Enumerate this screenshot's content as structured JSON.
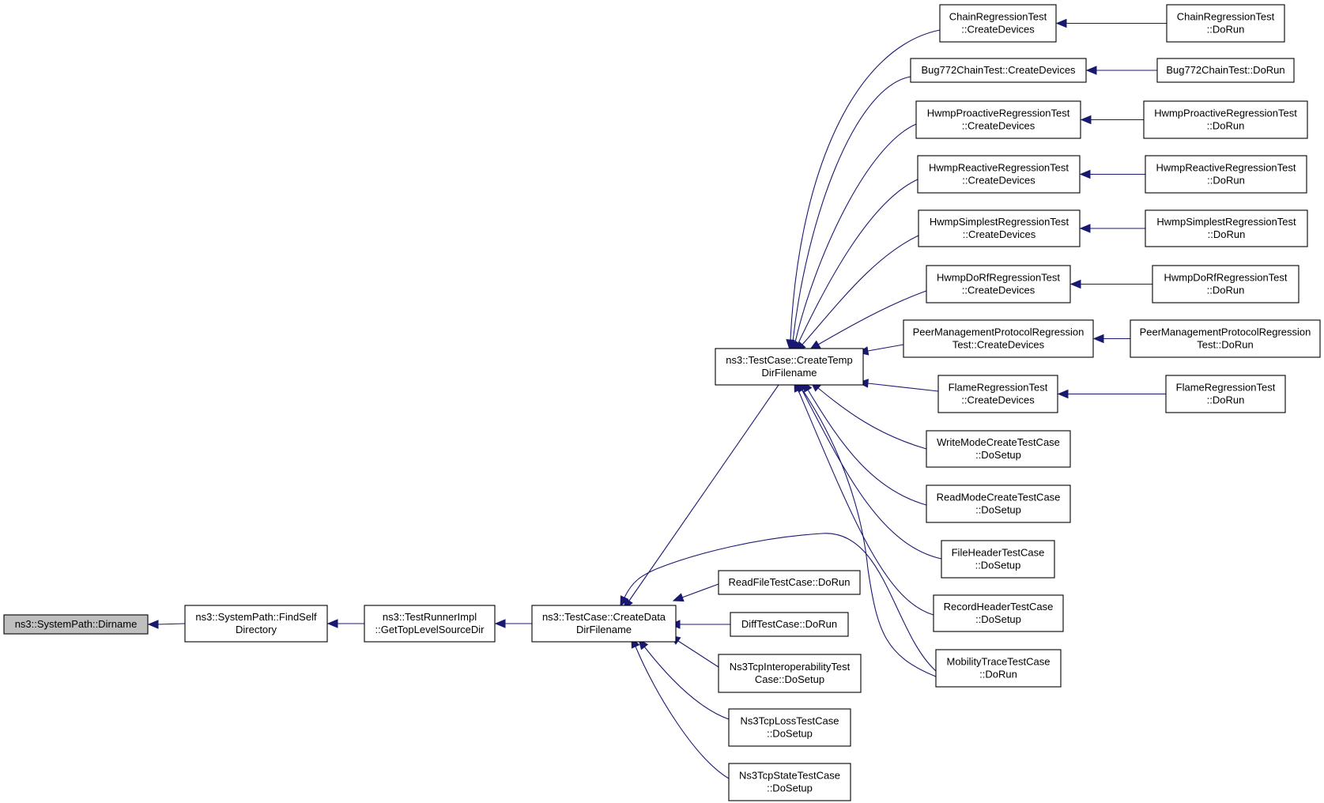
{
  "graph": {
    "edge_color": "#191970",
    "root_fill": "#bfbfbf",
    "node_fill": "#ffffff",
    "nodes": [
      {
        "id": "dirname",
        "lines": [
          "ns3::SystemPath::Dirname"
        ],
        "root": true
      },
      {
        "id": "findself",
        "lines": [
          "ns3::SystemPath::FindSelf",
          "Directory"
        ]
      },
      {
        "id": "gettop",
        "lines": [
          "ns3::TestRunnerImpl",
          "::GetTopLevelSourceDir"
        ]
      },
      {
        "id": "createdata",
        "lines": [
          "ns3::TestCase::CreateData",
          "DirFilename"
        ]
      },
      {
        "id": "createtemp",
        "lines": [
          "ns3::TestCase::CreateTemp",
          "DirFilename"
        ]
      },
      {
        "id": "readfile",
        "lines": [
          "ReadFileTestCase::DoRun"
        ]
      },
      {
        "id": "difftest",
        "lines": [
          "DiffTestCase::DoRun"
        ]
      },
      {
        "id": "interop",
        "lines": [
          "Ns3TcpInteroperabilityTest",
          "Case::DoSetup"
        ]
      },
      {
        "id": "loss",
        "lines": [
          "Ns3TcpLossTestCase",
          "::DoSetup"
        ]
      },
      {
        "id": "state",
        "lines": [
          "Ns3TcpStateTestCase",
          "::DoSetup"
        ]
      },
      {
        "id": "chain_cd",
        "lines": [
          "ChainRegressionTest",
          "::CreateDevices"
        ]
      },
      {
        "id": "bug772_cd",
        "lines": [
          "Bug772ChainTest::CreateDevices"
        ]
      },
      {
        "id": "hpro_cd",
        "lines": [
          "HwmpProactiveRegressionTest",
          "::CreateDevices"
        ]
      },
      {
        "id": "hrea_cd",
        "lines": [
          "HwmpReactiveRegressionTest",
          "::CreateDevices"
        ]
      },
      {
        "id": "hsim_cd",
        "lines": [
          "HwmpSimplestRegressionTest",
          "::CreateDevices"
        ]
      },
      {
        "id": "hdorf_cd",
        "lines": [
          "HwmpDoRfRegressionTest",
          "::CreateDevices"
        ]
      },
      {
        "id": "peer_cd",
        "lines": [
          "PeerManagementProtocolRegression",
          "Test::CreateDevices"
        ]
      },
      {
        "id": "flame_cd",
        "lines": [
          "FlameRegressionTest",
          "::CreateDevices"
        ]
      },
      {
        "id": "writemode",
        "lines": [
          "WriteModeCreateTestCase",
          "::DoSetup"
        ]
      },
      {
        "id": "readmode",
        "lines": [
          "ReadModeCreateTestCase",
          "::DoSetup"
        ]
      },
      {
        "id": "filehdr",
        "lines": [
          "FileHeaderTestCase",
          "::DoSetup"
        ]
      },
      {
        "id": "recordhdr",
        "lines": [
          "RecordHeaderTestCase",
          "::DoSetup"
        ]
      },
      {
        "id": "mobility",
        "lines": [
          "MobilityTraceTestCase",
          "::DoRun"
        ]
      },
      {
        "id": "chain_run",
        "lines": [
          "ChainRegressionTest",
          "::DoRun"
        ]
      },
      {
        "id": "bug772_run",
        "lines": [
          "Bug772ChainTest::DoRun"
        ]
      },
      {
        "id": "hpro_run",
        "lines": [
          "HwmpProactiveRegressionTest",
          "::DoRun"
        ]
      },
      {
        "id": "hrea_run",
        "lines": [
          "HwmpReactiveRegressionTest",
          "::DoRun"
        ]
      },
      {
        "id": "hsim_run",
        "lines": [
          "HwmpSimplestRegressionTest",
          "::DoRun"
        ]
      },
      {
        "id": "hdorf_run",
        "lines": [
          "HwmpDoRfRegressionTest",
          "::DoRun"
        ]
      },
      {
        "id": "peer_run",
        "lines": [
          "PeerManagementProtocolRegression",
          "Test::DoRun"
        ]
      },
      {
        "id": "flame_run",
        "lines": [
          "FlameRegressionTest",
          "::DoRun"
        ]
      }
    ],
    "edges": [
      {
        "from": "findself",
        "to": "dirname"
      },
      {
        "from": "gettop",
        "to": "findself"
      },
      {
        "from": "createdata",
        "to": "gettop"
      },
      {
        "from": "createtemp",
        "to": "createdata"
      },
      {
        "from": "readfile",
        "to": "createdata"
      },
      {
        "from": "difftest",
        "to": "createdata"
      },
      {
        "from": "interop",
        "to": "createdata"
      },
      {
        "from": "loss",
        "to": "createdata"
      },
      {
        "from": "state",
        "to": "createdata"
      },
      {
        "from": "mobility",
        "to": "createdata"
      },
      {
        "from": "chain_cd",
        "to": "createtemp"
      },
      {
        "from": "bug772_cd",
        "to": "createtemp"
      },
      {
        "from": "hpro_cd",
        "to": "createtemp"
      },
      {
        "from": "hrea_cd",
        "to": "createtemp"
      },
      {
        "from": "hsim_cd",
        "to": "createtemp"
      },
      {
        "from": "hdorf_cd",
        "to": "createtemp"
      },
      {
        "from": "peer_cd",
        "to": "createtemp"
      },
      {
        "from": "flame_cd",
        "to": "createtemp"
      },
      {
        "from": "writemode",
        "to": "createtemp"
      },
      {
        "from": "readmode",
        "to": "createtemp"
      },
      {
        "from": "filehdr",
        "to": "createtemp"
      },
      {
        "from": "recordhdr",
        "to": "createtemp"
      },
      {
        "from": "mobility",
        "to": "createtemp"
      },
      {
        "from": "chain_run",
        "to": "chain_cd"
      },
      {
        "from": "bug772_run",
        "to": "bug772_cd"
      },
      {
        "from": "hpro_run",
        "to": "hpro_cd"
      },
      {
        "from": "hrea_run",
        "to": "hrea_cd"
      },
      {
        "from": "hsim_run",
        "to": "hsim_cd"
      },
      {
        "from": "hdorf_run",
        "to": "hdorf_cd"
      },
      {
        "from": "peer_run",
        "to": "peer_cd"
      },
      {
        "from": "flame_run",
        "to": "flame_cd"
      }
    ]
  }
}
